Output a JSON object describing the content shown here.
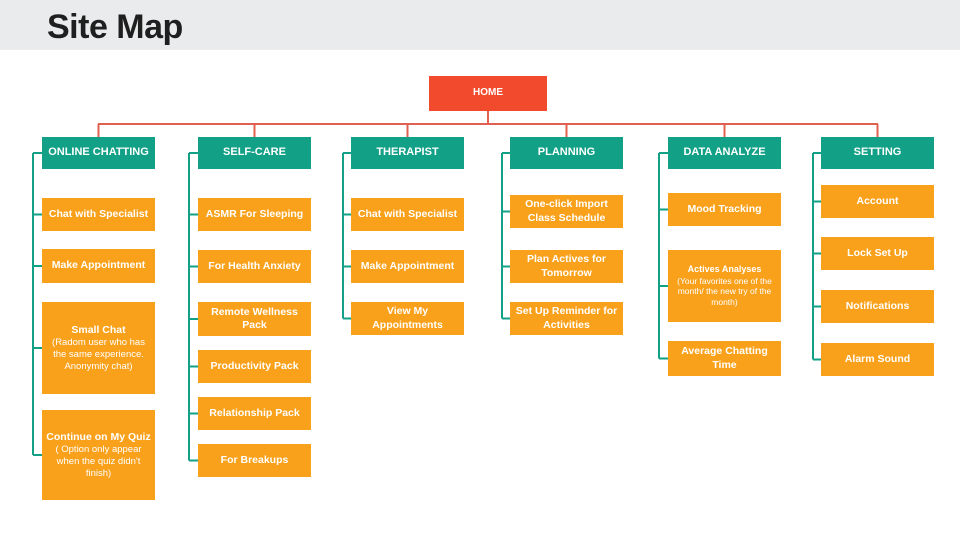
{
  "title": "Site Map",
  "colors": {
    "root": "#f24a2c",
    "branch_line": "#e06052",
    "category": "#12a087",
    "item": "#f9a11b"
  },
  "root": {
    "label": "HOME"
  },
  "categories": [
    {
      "label": "ONLINE CHATTING",
      "items": [
        {
          "text": "Chat with Specialist"
        },
        {
          "text": "Make Appointment"
        },
        {
          "text": "Small Chat",
          "sub": "(Radom user who has the same experience. Anonymity chat)"
        },
        {
          "text": "Continue on My Quiz",
          "sub": "( Option only appear when the quiz didn't finish)"
        }
      ]
    },
    {
      "label": "SELF-CARE",
      "items": [
        {
          "text": "ASMR For Sleeping"
        },
        {
          "text": "For Health Anxiety"
        },
        {
          "text": "Remote Wellness Pack"
        },
        {
          "text": "Productivity Pack"
        },
        {
          "text": "Relationship Pack"
        },
        {
          "text": "For Breakups"
        }
      ]
    },
    {
      "label": "THERAPIST",
      "items": [
        {
          "text": "Chat with Specialist"
        },
        {
          "text": "Make Appointment"
        },
        {
          "text": "View My Appointments"
        }
      ]
    },
    {
      "label": "PLANNING",
      "items": [
        {
          "text": "One-click Import Class Schedule"
        },
        {
          "text": "Plan Actives for Tomorrow"
        },
        {
          "text": "Set Up Reminder for Activities"
        }
      ]
    },
    {
      "label": "DATA ANALYZE",
      "items": [
        {
          "text": "Mood Tracking"
        },
        {
          "text": "Actives Analyses",
          "sub": "(Your favorites one of the month/ the new try of the month)"
        },
        {
          "text": "Average Chatting Time"
        }
      ]
    },
    {
      "label": "SETTING",
      "items": [
        {
          "text": "Account"
        },
        {
          "text": "Lock Set Up"
        },
        {
          "text": "Notifications"
        },
        {
          "text": "Alarm Sound"
        }
      ]
    }
  ]
}
